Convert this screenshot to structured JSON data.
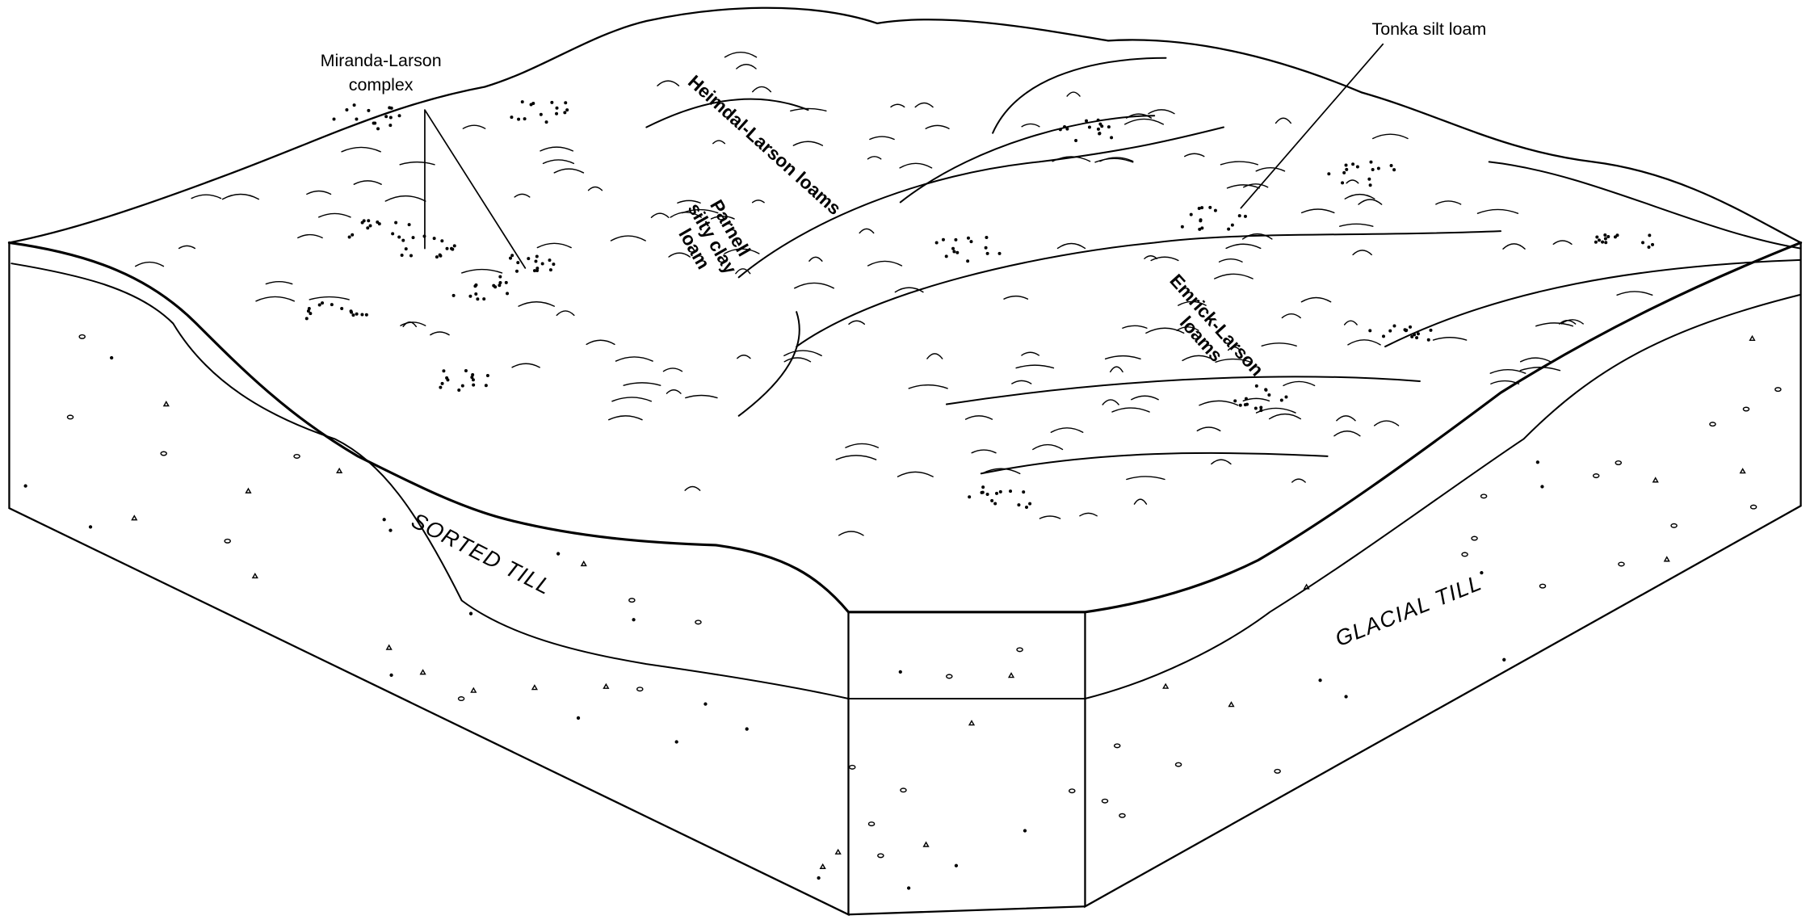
{
  "labels": {
    "miranda_line1": "Miranda-Larson",
    "miranda_line2": "complex",
    "heimdal": "Heimdal-Larson loams",
    "tonka": "Tonka silt loam",
    "parnell_line1": "Parnell",
    "parnell_line2": "silty clay",
    "parnell_line3": "loam",
    "emrick_line1": "Emrick-Larson",
    "emrick_line2": "loams",
    "sorted_till": "SORTED TILL",
    "glacial_till": "GLACIAL TILL"
  },
  "colors": {
    "ink": "#000000",
    "paper": "#ffffff"
  }
}
